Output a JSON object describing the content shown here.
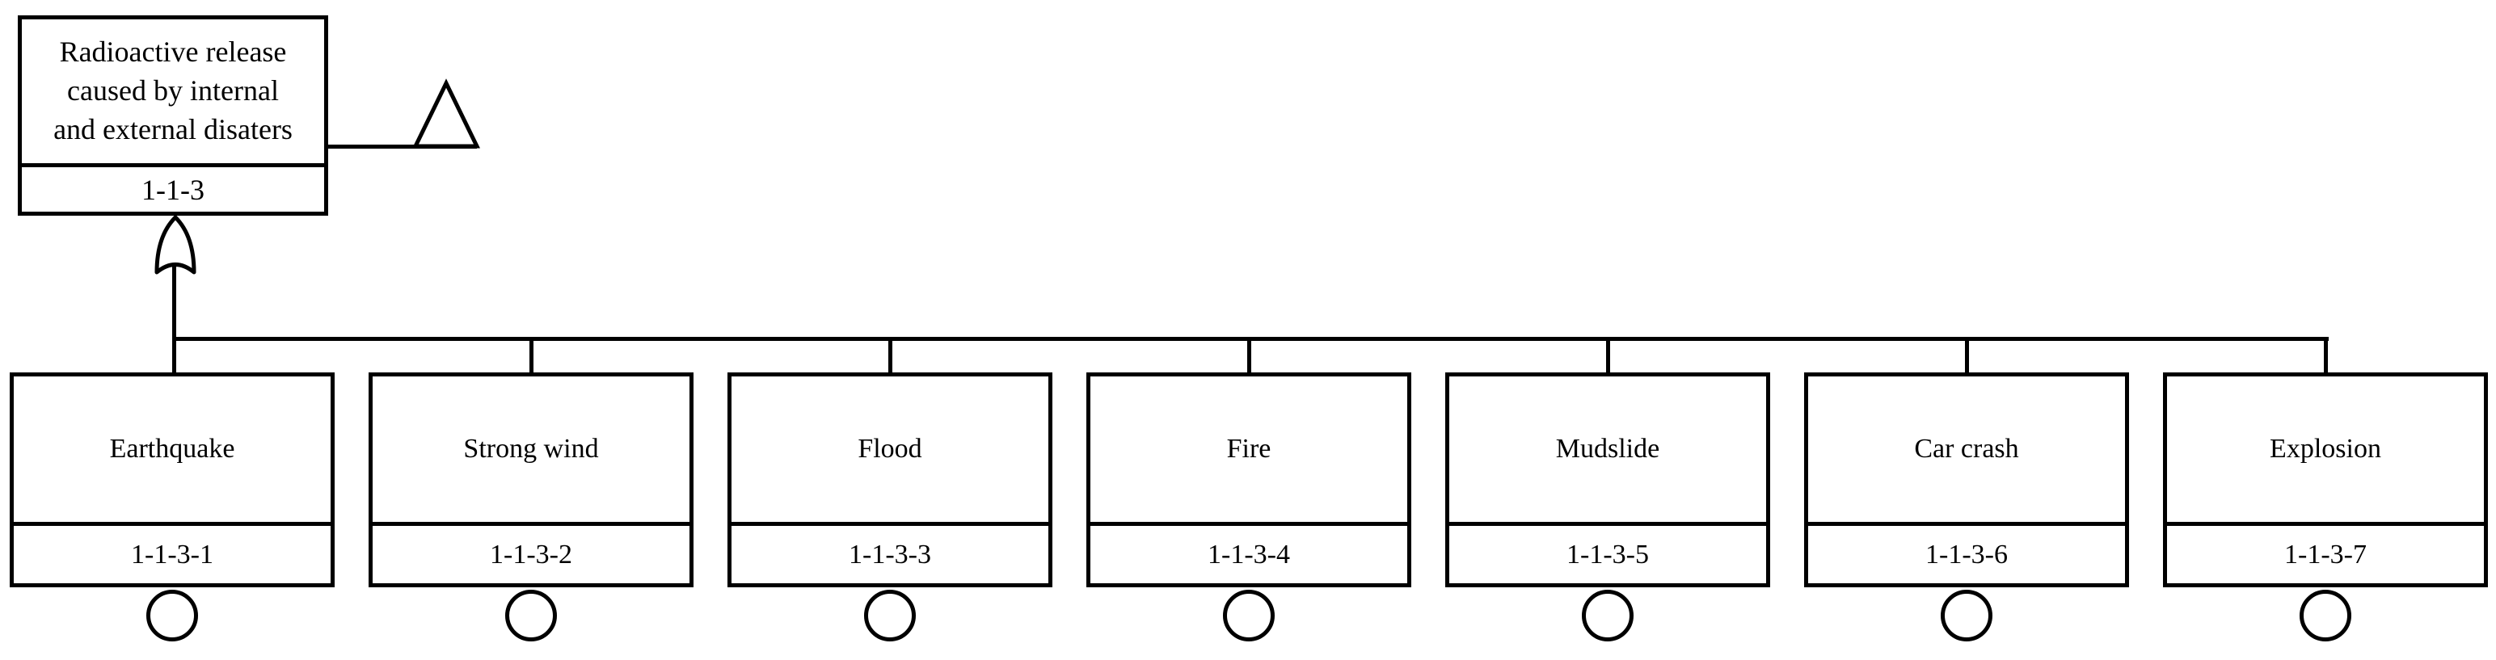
{
  "diagram": {
    "type": "fault-tree",
    "colors": {
      "line": "#000000",
      "background": "#ffffff",
      "text": "#000000"
    },
    "top_event": {
      "label": "Radioactive release caused by internal and external disaters",
      "label_lines": [
        "Radioactive release",
        "caused by internal",
        "and external disaters"
      ],
      "code": "1-1-3"
    },
    "gate": {
      "name": "OR gate"
    },
    "transfer": {
      "name": "transfer triangle"
    },
    "basic_events": [
      {
        "label": "Earthquake",
        "code": "1-1-3-1"
      },
      {
        "label": "Strong wind",
        "code": "1-1-3-2"
      },
      {
        "label": "Flood",
        "code": "1-1-3-3"
      },
      {
        "label": "Fire",
        "code": "1-1-3-4"
      },
      {
        "label": "Mudslide",
        "code": "1-1-3-5"
      },
      {
        "label": "Car crash",
        "code": "1-1-3-6"
      },
      {
        "label": "Explosion",
        "code": "1-1-3-7"
      }
    ]
  }
}
